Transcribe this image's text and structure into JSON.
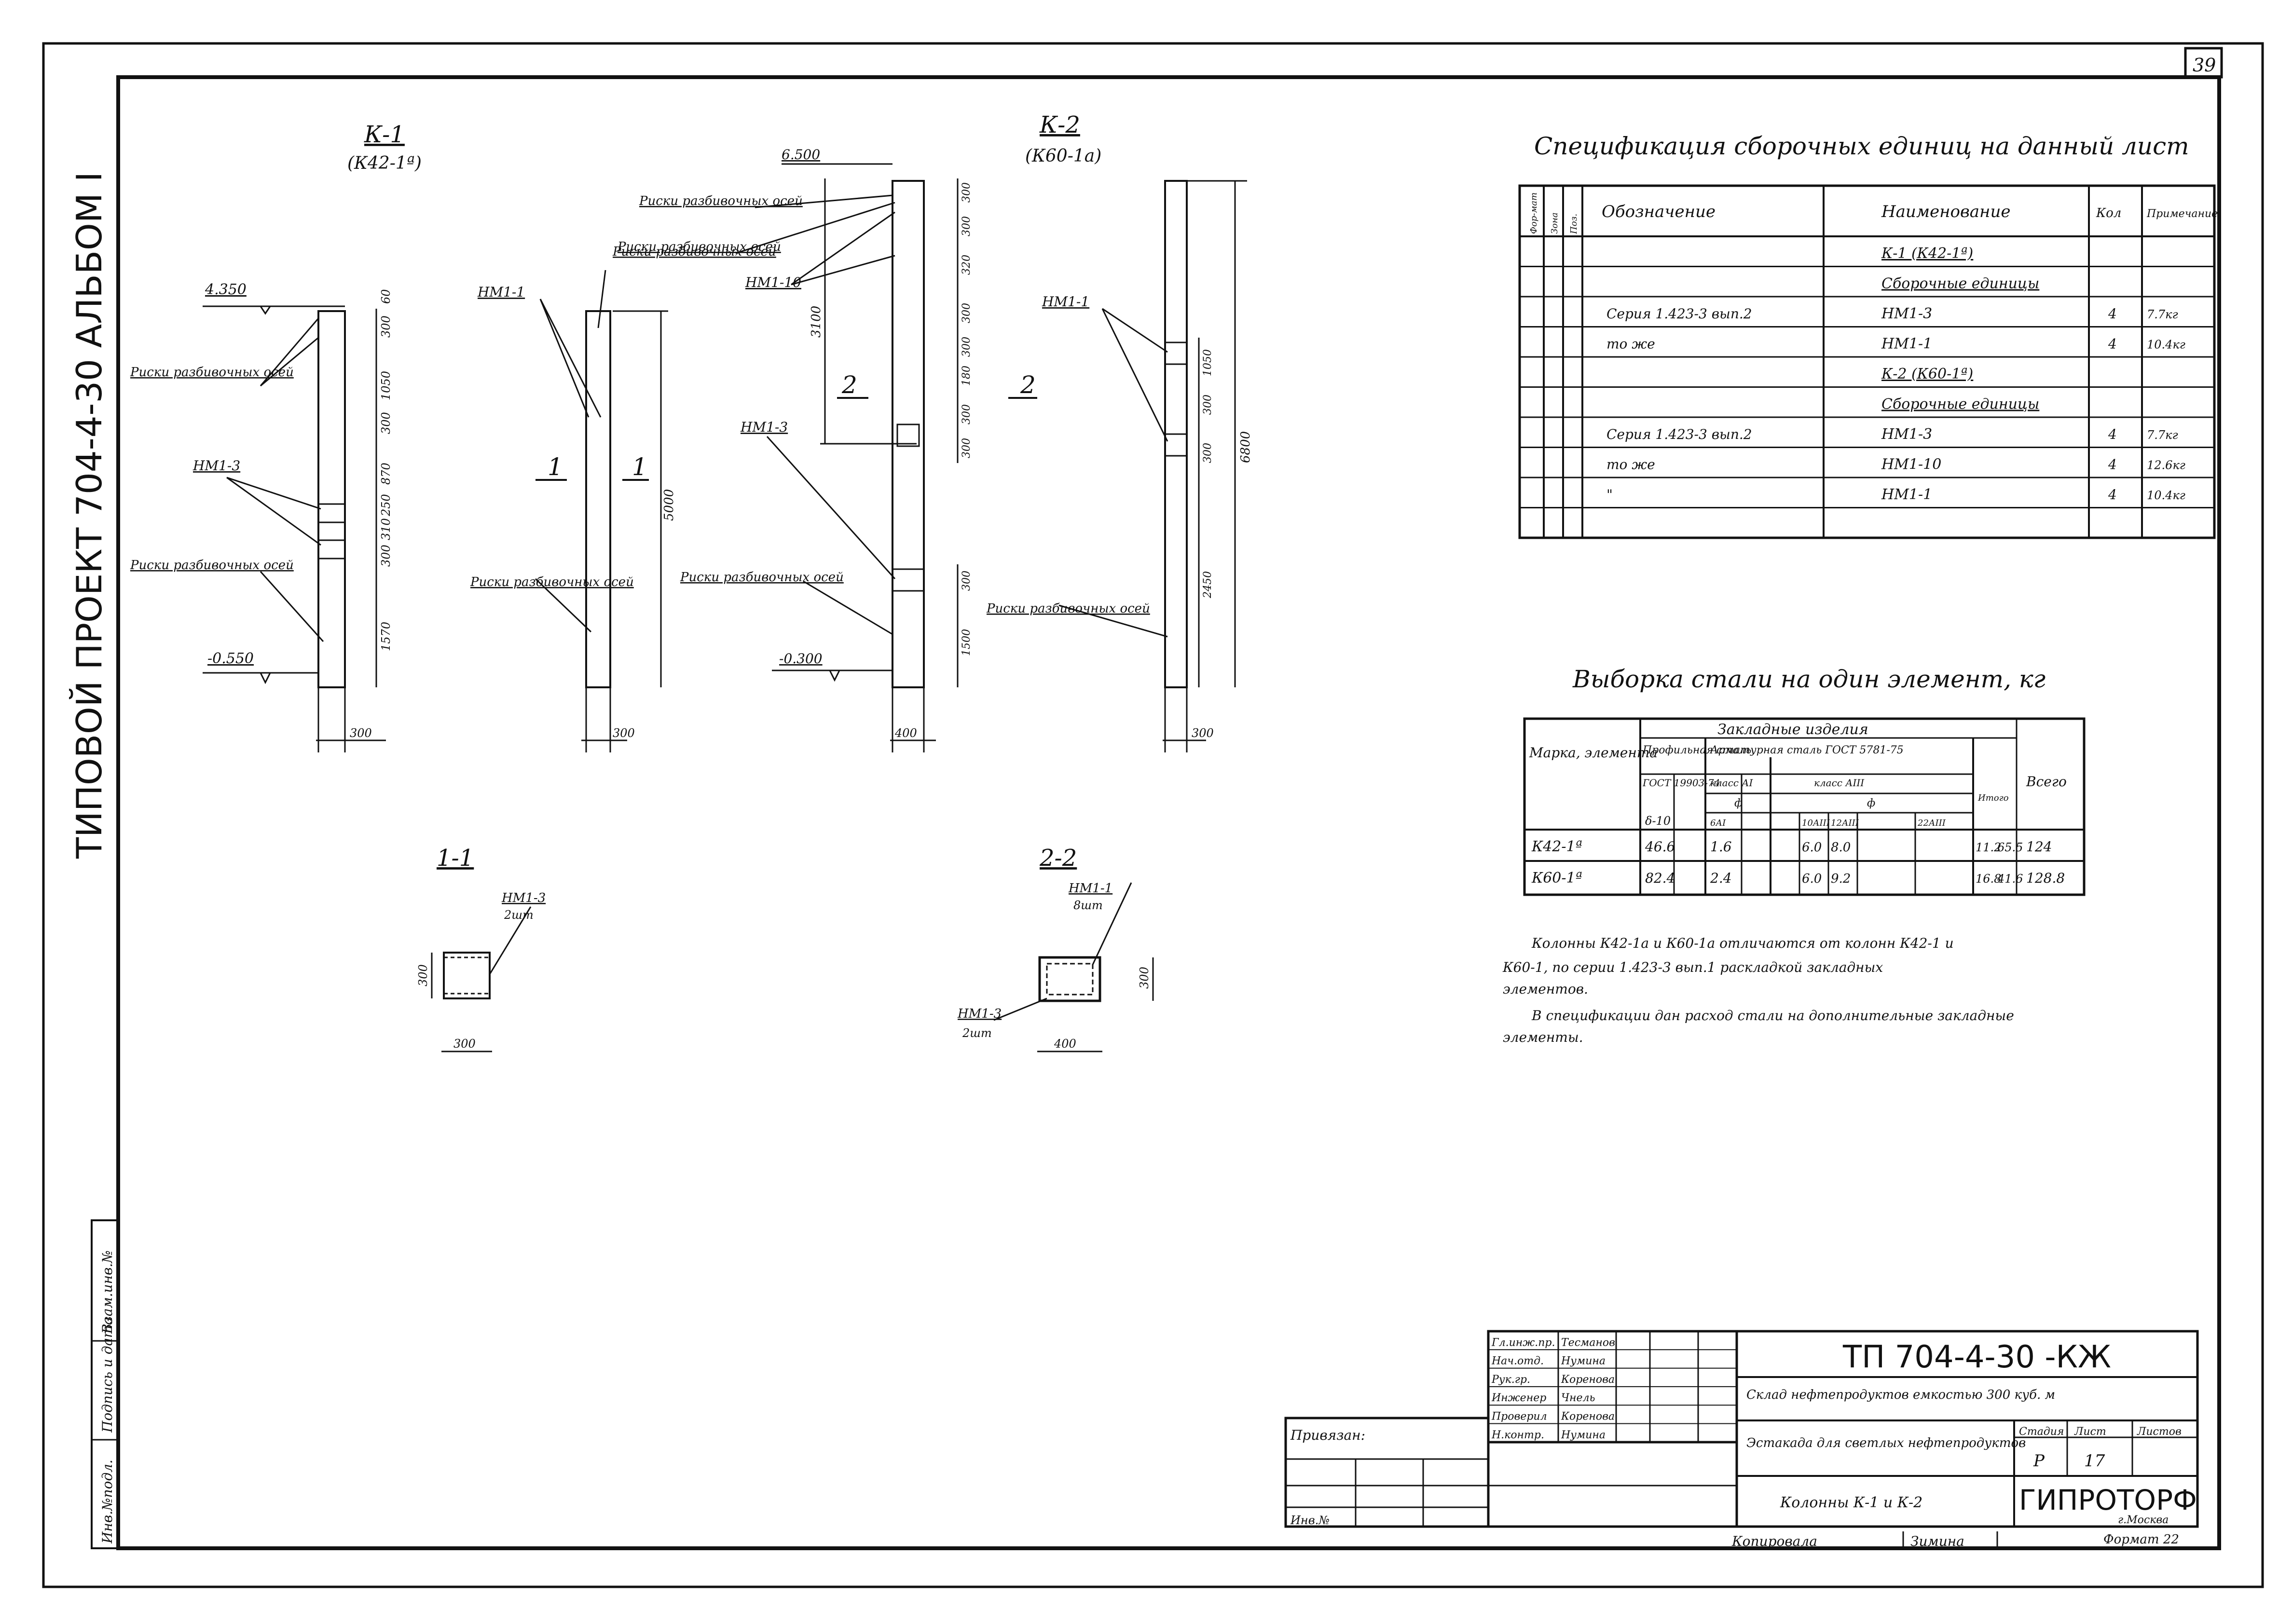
{
  "sheet_number": "39",
  "side_title": "ТИПОВОЙ  ПРОЕКТ  704-4-30    АЛЬБОМ I",
  "elevations": {
    "k1": {
      "title": "К-1",
      "subtitle": "(К42-1ª)"
    },
    "k2": {
      "title": "К-2",
      "subtitle": "(К60-1а)"
    }
  },
  "levels": {
    "k1_top": "4.350",
    "k1_bottom": "-0.550",
    "k2_top": "6.500",
    "k2_bottom": "-0.300"
  },
  "callouts": {
    "k1_risk_top": "Риски разбивочных осей",
    "k1_nm13": "НМ1-3",
    "k1_risk_bottom": "Риски разбивочных осей",
    "k1b_nm11": "НМ1-1",
    "k1b_risk": "Риски разбивочных осей",
    "k2_risk_top": "Риски разбивочных осей",
    "k2_risk_top2": "Риски разбивочных осей",
    "k2_nm110": "НМ1-10",
    "k2_nm13": "НМ1-3",
    "k2_risk_bottom": "Риски разбивочных осей",
    "k2b_nm11": "НМ1-1",
    "k2b_risk": "Риски разбивочных осей"
  },
  "section_marks": {
    "s1a": "1",
    "s1b": "1",
    "s2a": "2",
    "s2b": "2"
  },
  "dims": {
    "k1": [
      "60",
      "300",
      "1050",
      "300",
      "870",
      "250",
      "310",
      "300",
      "1570"
    ],
    "k1_width": "300",
    "k1b_height": "5000",
    "k1b_width": "300",
    "k2": [
      "300",
      "300",
      "320",
      "300",
      "300",
      "180",
      "300",
      "300"
    ],
    "k2_left": "3100",
    "k2_low": [
      "300",
      "1500"
    ],
    "k2_width": "400",
    "k2b": [
      "1050",
      "300",
      "300",
      "2450"
    ],
    "k2b_height": "6800",
    "k2b_width": "300"
  },
  "sections": {
    "s11": {
      "title": "1-1",
      "tag": "НМ1-3",
      "qty": "2шт",
      "h": "300",
      "w": "300"
    },
    "s22": {
      "title": "2-2",
      "tag_top": "НМ1-1",
      "qty_top": "8шт",
      "tag_bottom": "НМ1-3",
      "qty_bottom": "2шт",
      "h": "300",
      "w": "400"
    }
  },
  "spec": {
    "title": "Спецификация сборочных единиц на данный лист",
    "headers": [
      "Фор-мат",
      "Зона",
      "Поз.",
      "Обозначение",
      "Наименование",
      "Кол",
      "Примечание"
    ],
    "rows": [
      {
        "oboz": "",
        "name": "К-1 (К42-1ª)",
        "qty": "",
        "note": ""
      },
      {
        "oboz": "",
        "name": "Сборочные единицы",
        "qty": "",
        "note": ""
      },
      {
        "oboz": "Серия 1.423-3  вып.2",
        "name": "НМ1-3",
        "qty": "4",
        "note": "7.7кг"
      },
      {
        "oboz": "то же",
        "name": "НМ1-1",
        "qty": "4",
        "note": "10.4кг"
      },
      {
        "oboz": "",
        "name": "К-2 (К60-1ª)",
        "qty": "",
        "note": ""
      },
      {
        "oboz": "",
        "name": "Сборочные единицы",
        "qty": "",
        "note": ""
      },
      {
        "oboz": "Серия 1.423-3  вып.2",
        "name": "НМ1-3",
        "qty": "4",
        "note": "7.7кг"
      },
      {
        "oboz": "то же",
        "name": "НМ1-10",
        "qty": "4",
        "note": "12.6кг"
      },
      {
        "oboz": "\"",
        "name": "НМ1-1",
        "qty": "4",
        "note": "10.4кг"
      },
      {
        "oboz": "",
        "name": "",
        "qty": "",
        "note": ""
      }
    ]
  },
  "steel": {
    "title": "Выборка стали на один элемент, кг",
    "h_marka": "Марка, элемента",
    "h_zakl": "Закладные изделия",
    "h_prof": "Профильная сталь",
    "h_prof_gost": "ГОСТ 19903-74",
    "h_prof_sub": "δ-10",
    "h_arm": "Арматурная сталь ГОСТ 5781-75",
    "h_a1": "класс АI",
    "h_a3": "класс АIII",
    "h_phi1": "ф",
    "h_phi3": "ф",
    "h_c1": "6АI",
    "h_c2": "10АIII",
    "h_c3": "12АIII",
    "h_c4": "22АIII",
    "h_itogo": "Итого",
    "h_vsego": "Всего",
    "rows": [
      {
        "mark": "К42-1ª",
        "prof": "46.6",
        "a1": "1.6",
        "c2": "6.0",
        "c3": "8.0",
        "c4": "",
        "itogo": "11.2",
        "sum": "65.5",
        "vsego": "124"
      },
      {
        "mark": "К60-1ª",
        "prof": "82.4",
        "a1": "2.4",
        "c2": "6.0",
        "c3": "9.2",
        "c4": "",
        "itogo": "16.8",
        "sum": "41.6",
        "vsego": "128.8"
      }
    ]
  },
  "notes": [
    "Колонны К42-1а и К60-1а отличаются от колонн К42-1 и К60-1, по серии 1.423-3 вып.1 раскладкой закладных элементов.",
    "В спецификации дан расход стали на дополнительные закладные элементы."
  ],
  "title_block": {
    "code": "ТП  704-4-30  -КЖ",
    "project": "Склад нефтепродуктов емкостью 300 куб. м",
    "sheet_title": "Эстакада для светлых нефтепродуктов",
    "drawing": "Колонны К-1 и К-2",
    "stage_h": "Стадия",
    "sheet_h": "Лист",
    "sheets_h": "Листов",
    "stage": "Р",
    "sheet": "17",
    "sheets": "",
    "org": "ГИПРОТОРФ",
    "city": "г.Москва",
    "signers": [
      {
        "role": "Гл.инж.пр.",
        "name": "Тесманов"
      },
      {
        "role": "Нач.отд.",
        "name": "Нумина"
      },
      {
        "role": "Рук.гр.",
        "name": "Коренова"
      },
      {
        "role": "Инженер",
        "name": "Чнель"
      },
      {
        "role": "Проверил",
        "name": "Коренова"
      },
      {
        "role": "Н.контр.",
        "name": "Нумина"
      }
    ],
    "privyazan": "Привязан:",
    "inv": "Инв.№",
    "copied": "Копировала",
    "copier": "Зимина",
    "format": "Формат 22"
  },
  "left_strip": {
    "labels": [
      "Инв.№подл.",
      "Подпись и дата",
      "Взам.инв.№"
    ]
  }
}
